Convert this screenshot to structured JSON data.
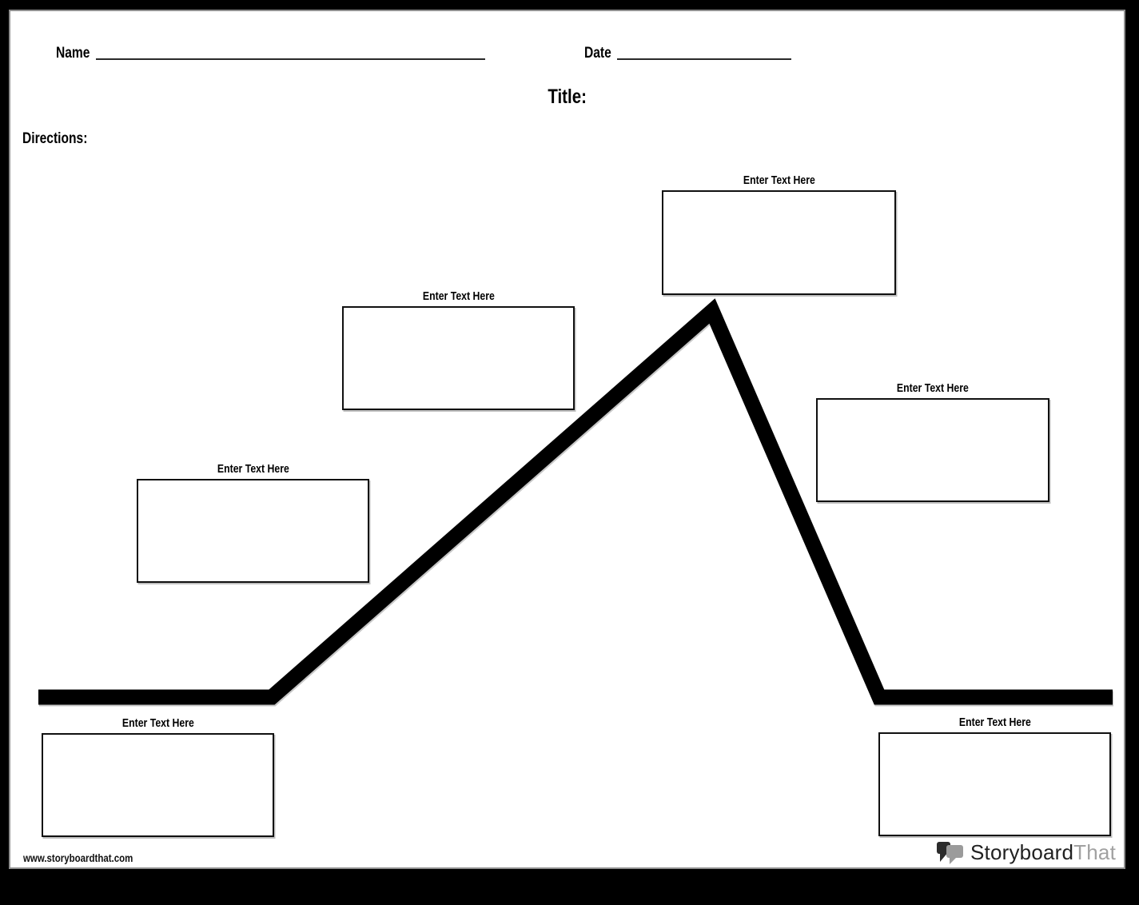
{
  "header": {
    "name_label": "Name",
    "date_label": "Date",
    "title_label": "Title:",
    "directions_label": "Directions:"
  },
  "plot_boxes": [
    {
      "label": "Enter Text Here"
    },
    {
      "label": "Enter Text Here"
    },
    {
      "label": "Enter Text Here"
    },
    {
      "label": "Enter Text Here"
    },
    {
      "label": "Enter Text Here"
    },
    {
      "label": "Enter Text Here"
    }
  ],
  "footer": {
    "website_url": "www.storyboardthat.com",
    "logo_primary": "Storyboard",
    "logo_secondary": "That"
  },
  "colors": {
    "frame": "#000000",
    "page_background": "#ffffff",
    "plot_line": "#000000",
    "box_border": "#101010",
    "logo_primary_text": "#212121",
    "logo_secondary_text": "#a1a1a1",
    "logo_bubble_dark": "#2b2b2b",
    "logo_bubble_gray": "#9b9b9b"
  }
}
